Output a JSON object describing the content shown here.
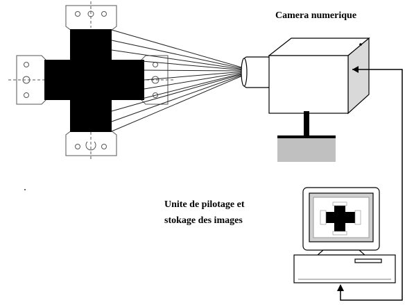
{
  "labels": {
    "camera": "Camera numerique",
    "control_unit_line1": "Unite de pilotage et",
    "control_unit_line2": "stokage des images"
  },
  "colors": {
    "specimen": "#000000",
    "camera_front": "#ffffff",
    "camera_side": "#d9d9d9",
    "stand_base": "#c0c0c0",
    "screen": "#d0d0d0",
    "line": "#000000"
  }
}
